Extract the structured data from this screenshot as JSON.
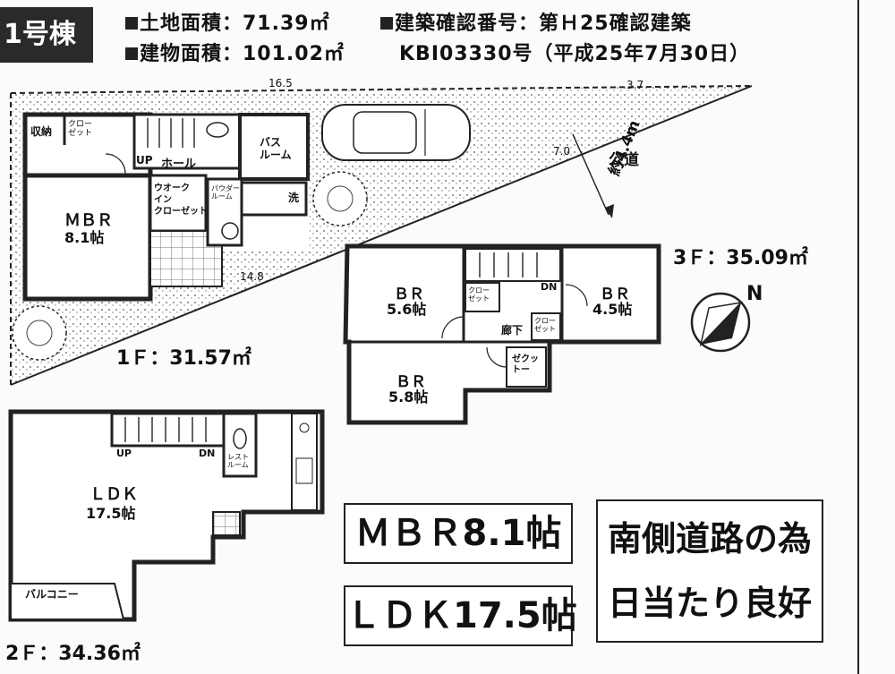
{
  "building_tag": "1号棟",
  "specs": {
    "land_area": "土地面積：71.39㎡",
    "floor_area": "建物面積：101.02㎡",
    "permit_no": "建築確認番号：第Ｈ25確認建築",
    "permit_ref": "KBI03330号（平成25年7月30日）"
  },
  "site": {
    "dim_top_left": "16.5",
    "dim_top_right": "3.7",
    "dim_right": "7.0",
    "dim_diag": "14.8",
    "road_label": "公道",
    "road_width": "約4.4m"
  },
  "floor1": {
    "area": "1Ｆ：31.57㎡",
    "rooms": {
      "storage": "収納",
      "closet": "クロー\nゼット",
      "mbr": "ＭＢＲ",
      "mbr_size": "8.1帖",
      "up": "UP",
      "hall": "ホール",
      "bath": "バス\nルーム",
      "wic": "ウオーク\nイン\nクローゼット",
      "powder": "パウダー\nルーム",
      "wash": "洗"
    }
  },
  "floor2": {
    "area": "2Ｆ：34.36㎡",
    "rooms": {
      "up": "UP",
      "dn": "DN",
      "restroom": "レスト\nルーム",
      "ldk": "ＬＤＫ",
      "ldk_size": "17.5帖",
      "balcony": "バルコニー"
    }
  },
  "floor3": {
    "area": "3Ｆ：35.09㎡",
    "rooms": {
      "br1": "ＢＲ",
      "br1_size": "5.6帖",
      "br2": "ＢＲ",
      "br2_size": "4.5帖",
      "br3": "ＢＲ",
      "br3_size": "5.8帖",
      "closet1": "クロー\nゼット",
      "closet2": "クロー\nゼット",
      "closet3": "ゼクッ\nトー",
      "dn": "DN",
      "hallway": "廊下"
    }
  },
  "compass": "N",
  "highlights": {
    "mbr": "ＭＢＲ8.1帖",
    "ldk": "ＬＤＫ17.5帖",
    "sunlight_line1": "南側道路の為",
    "sunlight_line2": "日当たり良好"
  }
}
